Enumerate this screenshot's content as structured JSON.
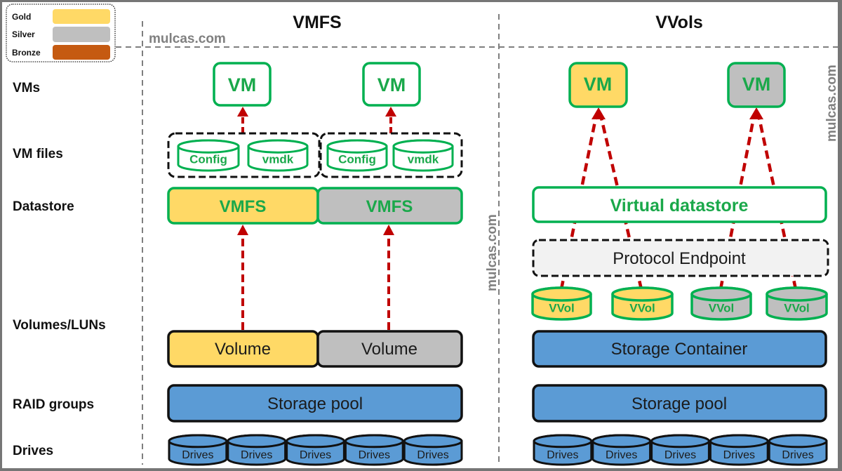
{
  "colors": {
    "gold": "#ffd966",
    "silver": "#bfbfbf",
    "bronze": "#c55a11",
    "green": "#00b050",
    "blue": "#5b9bd5",
    "arrow_red": "#c00000",
    "endpoint_fill": "#f2f2f2"
  },
  "legend": {
    "items": [
      {
        "label": "Gold",
        "color": "#ffd966"
      },
      {
        "label": "Silver",
        "color": "#bfbfbf"
      },
      {
        "label": "Bronze",
        "color": "#c55a11"
      }
    ]
  },
  "watermark": "mulcas.com",
  "row_labels": [
    "VMs",
    "VM files",
    "Datastore",
    "Volumes/LUNs",
    "RAID groups",
    "Drives"
  ],
  "vmfs": {
    "title": "VMFS",
    "vms": [
      {
        "label": "VM",
        "tier": "none"
      },
      {
        "label": "VM",
        "tier": "none"
      }
    ],
    "vm_file_groups": [
      {
        "files": [
          "Config",
          "vmdk"
        ]
      },
      {
        "files": [
          "Config",
          "vmdk"
        ]
      }
    ],
    "datastores": [
      {
        "label": "VMFS",
        "tier": "gold"
      },
      {
        "label": "VMFS",
        "tier": "silver"
      }
    ],
    "volumes": [
      {
        "label": "Volume",
        "tier": "gold"
      },
      {
        "label": "Volume",
        "tier": "silver"
      }
    ],
    "storage_pool": "Storage pool",
    "drives": [
      "Drives",
      "Drives",
      "Drives",
      "Drives",
      "Drives"
    ]
  },
  "vvols": {
    "title": "VVols",
    "vms": [
      {
        "label": "VM",
        "tier": "gold"
      },
      {
        "label": "VM",
        "tier": "silver"
      }
    ],
    "virtual_datastore": "Virtual datastore",
    "protocol_endpoint": "Protocol Endpoint",
    "vvols": [
      {
        "label": "VVol",
        "tier": "gold"
      },
      {
        "label": "VVol",
        "tier": "gold"
      },
      {
        "label": "VVol",
        "tier": "silver"
      },
      {
        "label": "VVol",
        "tier": "silver"
      }
    ],
    "storage_container": "Storage Container",
    "storage_pool": "Storage pool",
    "drives": [
      "Drives",
      "Drives",
      "Drives",
      "Drives",
      "Drives"
    ]
  }
}
